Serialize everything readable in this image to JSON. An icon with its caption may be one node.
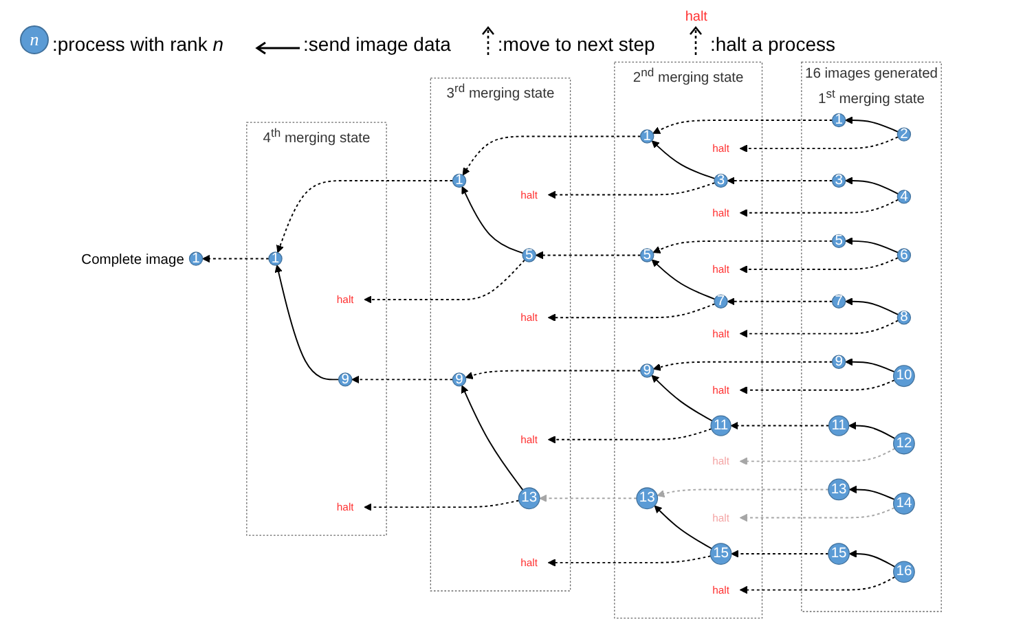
{
  "diagram": {
    "nodes": [
      {
        "text": [
          "1"
        ],
        "beside": [
          "Complete image"
        ]
      },
      {
        "text": [
          "4$^{th}$ merging state"
        ]
      },
      {
        "text": [
          "1"
        ],
        "in": 1
      },
      {
        "text": [
          "9"
        ],
        "in": 1
      },
      {
        "text": [
          "halt"
        ],
        "in": 1
      },
      {
        "text": [
          "halt"
        ],
        "in": 1
      },
      {
        "text": [
          "3$^{rd}$ merging state"
        ]
      },
      {
        "text": [
          "1"
        ],
        "in": 6
      },
      {
        "text": [
          "5"
        ],
        "in": 6
      },
      {
        "text": [
          "9"
        ],
        "in": 6
      },
      {
        "text": [
          "13"
        ],
        "in": 6
      },
      {
        "text": [
          "halt"
        ],
        "in": 6
      },
      {
        "text": [
          "halt"
        ],
        "in": 6
      },
      {
        "text": [
          "halt"
        ],
        "in": 6
      },
      {
        "text": [
          "halt"
        ],
        "in": 6
      },
      {
        "text": [
          "2$^{nd}$ merging state"
        ]
      },
      {
        "text": [
          "1"
        ],
        "in": 15
      },
      {
        "text": [
          "3"
        ],
        "in": 15
      },
      {
        "text": [
          "5"
        ],
        "in": 15
      },
      {
        "text": [
          "7"
        ],
        "in": 15
      },
      {
        "text": [
          "9"
        ],
        "in": 15
      },
      {
        "text": [
          "11"
        ],
        "in": 15
      },
      {
        "text": [
          "13"
        ],
        "in": 15
      },
      {
        "text": [
          "15"
        ],
        "in": 15
      },
      {
        "text": [
          "halt"
        ],
        "in": 15
      },
      {
        "text": [
          "halt"
        ],
        "in": 15
      },
      {
        "text": [
          "halt"
        ],
        "in": 15
      },
      {
        "text": [
          "halt"
        ],
        "in": 15
      },
      {
        "text": [
          "halt"
        ],
        "in": 15
      },
      {
        "text": [
          "halt"
        ],
        "in": 15
      },
      {
        "text": [
          "halt"
        ],
        "in": 15
      },
      {
        "text": [
          "halt"
        ],
        "in": 15
      },
      {
        "text": [
          "16 images generated",
          "1$^{st}$ merging state"
        ]
      },
      {
        "text": [
          "1"
        ],
        "in": 32
      },
      {
        "text": [
          "2"
        ],
        "in": 32
      },
      {
        "text": [
          "3"
        ],
        "in": 32
      },
      {
        "text": [
          "4"
        ],
        "in": 32
      },
      {
        "text": [
          "5"
        ],
        "in": 32
      },
      {
        "text": [
          "6"
        ],
        "in": 32
      },
      {
        "text": [
          "7"
        ],
        "in": 32
      },
      {
        "text": [
          "8"
        ],
        "in": 32
      },
      {
        "text": [
          "9"
        ],
        "in": 32
      },
      {
        "text": [
          "10"
        ],
        "in": 32
      },
      {
        "text": [
          "11"
        ],
        "in": 32
      },
      {
        "text": [
          "12"
        ],
        "in": 32
      },
      {
        "text": [
          "13"
        ],
        "in": 32
      },
      {
        "text": [
          "14"
        ],
        "in": 32
      },
      {
        "text": [
          "15"
        ],
        "in": 32
      },
      {
        "text": [
          "16"
        ],
        "in": 32
      }
    ],
    "edges": [
      {
        "from": 34,
        "to": 33,
        "arrow": "to"
      },
      {
        "from": 36,
        "to": 35,
        "arrow": "to"
      },
      {
        "from": 38,
        "to": 37,
        "arrow": "to"
      },
      {
        "from": 40,
        "to": 39,
        "arrow": "to"
      },
      {
        "from": 42,
        "to": 41,
        "arrow": "to"
      },
      {
        "from": 44,
        "to": 43,
        "arrow": "to"
      },
      {
        "from": 46,
        "to": 45,
        "arrow": "to"
      },
      {
        "from": 48,
        "to": 47,
        "arrow": "to"
      },
      {
        "from": 33,
        "to": 16,
        "arrow": "to",
        "style": "dashed"
      },
      {
        "from": 35,
        "to": 17,
        "arrow": "to",
        "style": "dashed"
      },
      {
        "from": 37,
        "to": 18,
        "arrow": "to",
        "style": "dashed"
      },
      {
        "from": 39,
        "to": 19,
        "arrow": "to",
        "style": "dashed"
      },
      {
        "from": 41,
        "to": 20,
        "arrow": "to",
        "style": "dashed"
      },
      {
        "from": 43,
        "to": 21,
        "arrow": "to",
        "style": "dashed"
      },
      {
        "from": 45,
        "to": 22,
        "arrow": "to",
        "style": "dashed",
        "color": "#a6a6a6"
      },
      {
        "from": 47,
        "to": 23,
        "arrow": "to",
        "style": "dashed"
      },
      {
        "from": 34,
        "to": 24,
        "arrow": "to",
        "style": "dashed"
      },
      {
        "from": 36,
        "to": 25,
        "arrow": "to",
        "style": "dashed"
      },
      {
        "from": 38,
        "to": 26,
        "arrow": "to",
        "style": "dashed"
      },
      {
        "from": 40,
        "to": 27,
        "arrow": "to",
        "style": "dashed"
      },
      {
        "from": 42,
        "to": 28,
        "arrow": "to",
        "style": "dashed"
      },
      {
        "from": 44,
        "to": 29,
        "arrow": "to",
        "style": "dashed",
        "color": "#a6a6a6"
      },
      {
        "from": 46,
        "to": 30,
        "arrow": "to",
        "style": "dashed",
        "color": "#a6a6a6"
      },
      {
        "from": 48,
        "to": 31,
        "arrow": "to",
        "style": "dashed"
      },
      {
        "from": 17,
        "to": 16,
        "arrow": "to"
      },
      {
        "from": 19,
        "to": 18,
        "arrow": "to"
      },
      {
        "from": 21,
        "to": 20,
        "arrow": "to"
      },
      {
        "from": 23,
        "to": 22,
        "arrow": "to"
      },
      {
        "from": 16,
        "to": 7,
        "arrow": "to",
        "style": "dashed"
      },
      {
        "from": 18,
        "to": 8,
        "arrow": "to",
        "style": "dashed"
      },
      {
        "from": 20,
        "to": 9,
        "arrow": "to",
        "style": "dashed"
      },
      {
        "from": 22,
        "to": 10,
        "arrow": "to",
        "style": "dashed",
        "color": "#a6a6a6"
      },
      {
        "from": 17,
        "to": 11,
        "arrow": "to",
        "style": "dashed"
      },
      {
        "from": 19,
        "to": 12,
        "arrow": "to",
        "style": "dashed"
      },
      {
        "from": 21,
        "to": 13,
        "arrow": "to",
        "style": "dashed"
      },
      {
        "from": 23,
        "to": 14,
        "arrow": "to",
        "style": "dashed"
      },
      {
        "from": 8,
        "to": 7,
        "arrow": "to"
      },
      {
        "from": 10,
        "to": 9,
        "arrow": "to"
      },
      {
        "from": 7,
        "to": 2,
        "arrow": "to",
        "style": "dashed"
      },
      {
        "from": 9,
        "to": 3,
        "arrow": "to",
        "style": "dashed"
      },
      {
        "from": 8,
        "to": 4,
        "arrow": "to",
        "style": "dashed"
      },
      {
        "from": 10,
        "to": 5,
        "arrow": "to",
        "style": "dashed"
      },
      {
        "from": 3,
        "to": 2,
        "arrow": "to"
      },
      {
        "from": 2,
        "to": 0,
        "arrow": "to",
        "style": "dashed"
      }
    ],
    "labels": [
      "n",
      "halt"
    ],
    "legend": [
      {
        "text": ":process with rank *n*"
      },
      {
        "text": ":send image data"
      },
      {
        "text": ":move to next step"
      },
      {
        "text": ":halt a process"
      }
    ]
  }
}
